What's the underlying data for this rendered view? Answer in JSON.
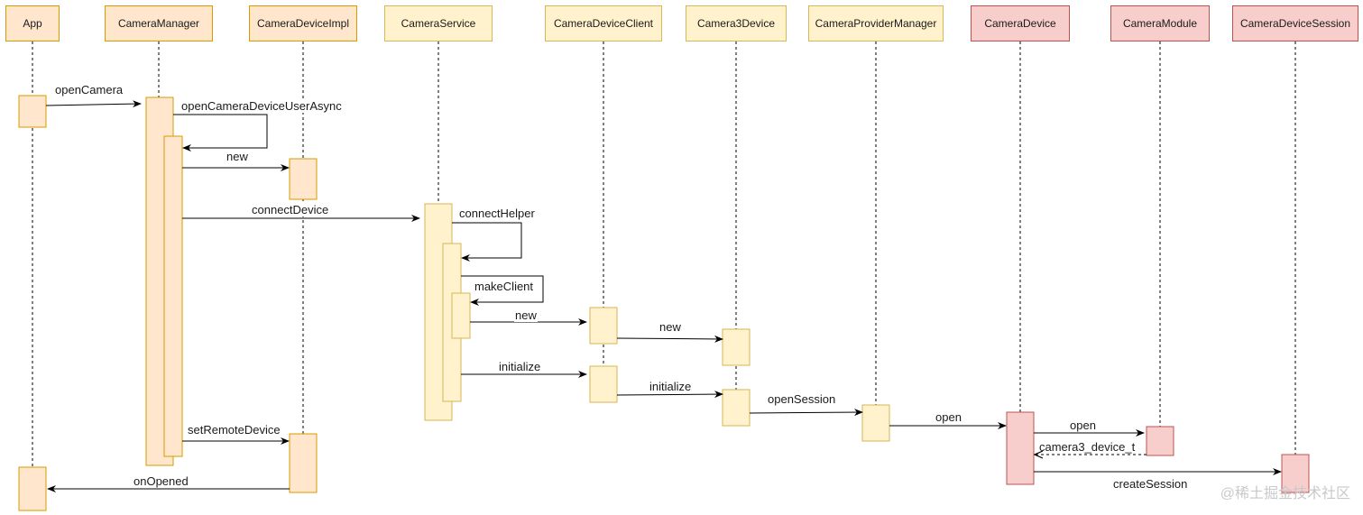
{
  "participants": [
    {
      "id": "app",
      "label": "App"
    },
    {
      "id": "camera_manager",
      "label": "CameraManager"
    },
    {
      "id": "camera_device_impl",
      "label": "CameraDeviceImpl"
    },
    {
      "id": "camera_service",
      "label": "CameraService"
    },
    {
      "id": "camera_device_client",
      "label": "CameraDeviceClient"
    },
    {
      "id": "camera3_device",
      "label": "Camera3Device"
    },
    {
      "id": "camera_provider_manager",
      "label": "CameraProviderManager"
    },
    {
      "id": "camera_device",
      "label": "CameraDevice"
    },
    {
      "id": "camera_module",
      "label": "CameraModule"
    },
    {
      "id": "camera_device_session",
      "label": "CameraDeviceSession"
    }
  ],
  "messages": [
    {
      "label": "openCamera"
    },
    {
      "label": "openCameraDeviceUserAsync"
    },
    {
      "label": "new"
    },
    {
      "label": "connectDevice"
    },
    {
      "label": "connectHelper"
    },
    {
      "label": "makeClient"
    },
    {
      "label": "new"
    },
    {
      "label": "new"
    },
    {
      "label": "initialize"
    },
    {
      "label": "initialize"
    },
    {
      "label": "openSession"
    },
    {
      "label": "open"
    },
    {
      "label": "open"
    },
    {
      "label": "camera3_device_t"
    },
    {
      "label": "createSession"
    },
    {
      "label": "setRemoteDevice"
    },
    {
      "label": "onOpened"
    }
  ],
  "watermark": "@稀土掘金技术社区",
  "colors": {
    "orange_fill": "#ffe6cc",
    "orange_stroke": "#d79b00",
    "yellow_fill": "#fff2cc",
    "yellow_stroke": "#d6b656",
    "red_fill": "#f8cecc",
    "red_stroke": "#b85450",
    "line": "#000000"
  }
}
